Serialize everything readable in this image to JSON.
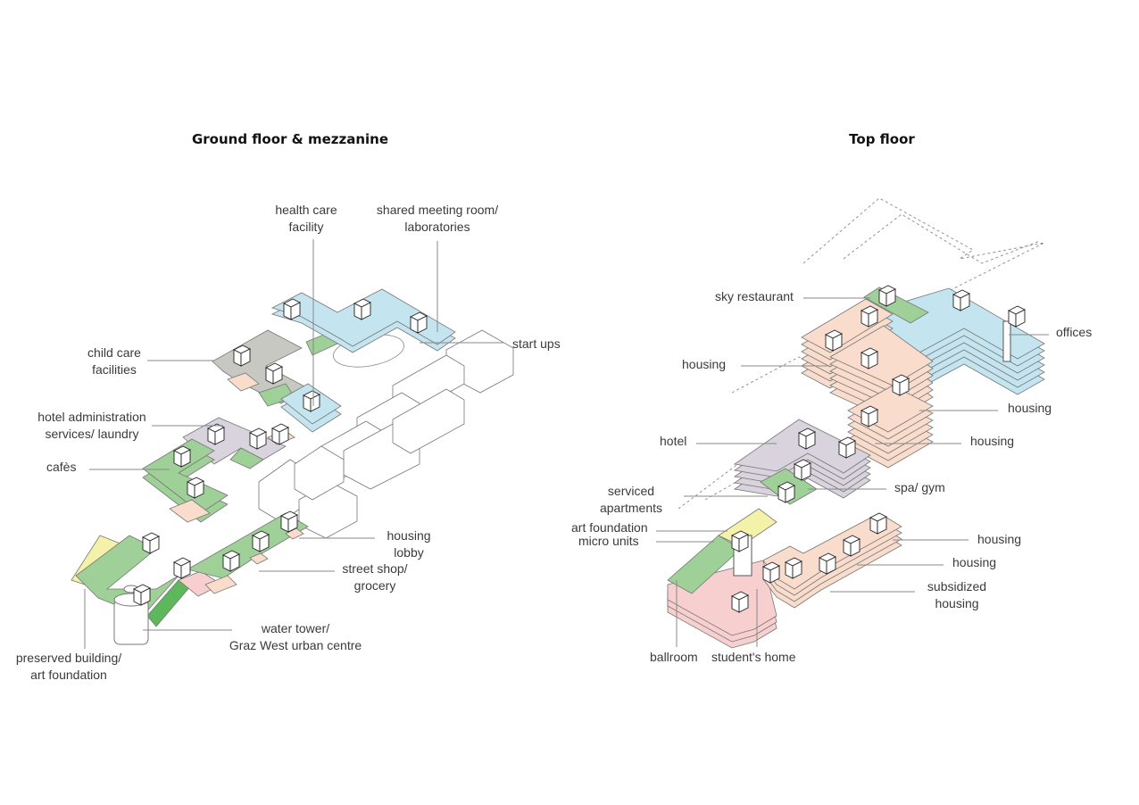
{
  "left": {
    "title": "Ground floor & mezzanine",
    "labels": {
      "health_care": [
        "health care",
        "facility"
      ],
      "shared_meeting": [
        "shared meeting room/",
        "laboratories"
      ],
      "start_ups": "start ups",
      "child_care": [
        "child care",
        "facilities"
      ],
      "hotel_admin": [
        "hotel administration",
        "services/ laundry"
      ],
      "cafes": "cafès",
      "housing_lobby": [
        "housing",
        "lobby"
      ],
      "street_shop": [
        "street shop/",
        "grocery"
      ],
      "water_tower": [
        "water tower/",
        "Graz West urban centre"
      ],
      "preserved": [
        "preserved building/",
        "art foundation"
      ]
    }
  },
  "right": {
    "title": "Top floor",
    "labels": {
      "sky_restaurant": "sky restaurant",
      "offices": "offices",
      "housing_1": "housing",
      "housing_2": "housing",
      "housing_3": "housing",
      "hotel": "hotel",
      "spa_gym": "spa/ gym",
      "serviced": [
        "serviced",
        "apartments"
      ],
      "art_foundation": "art foundation",
      "micro_units": "micro units",
      "housing_4": "housing",
      "housing_5": "housing",
      "subsidized": [
        "subsidized",
        "housing"
      ],
      "ballroom": "ballroom",
      "students_home": "student's home"
    }
  },
  "colors": {
    "offices_blue": "#c4e5f0",
    "care_gray": "#c8c8c2",
    "hotel_lavender": "#d8d3dc",
    "cafe_green": "#9fd097",
    "dark_green": "#5cb85a",
    "housing_salmon": "#f9dccb",
    "student_pink": "#f7cfcf",
    "art_yellow": "#f4f1a9"
  }
}
